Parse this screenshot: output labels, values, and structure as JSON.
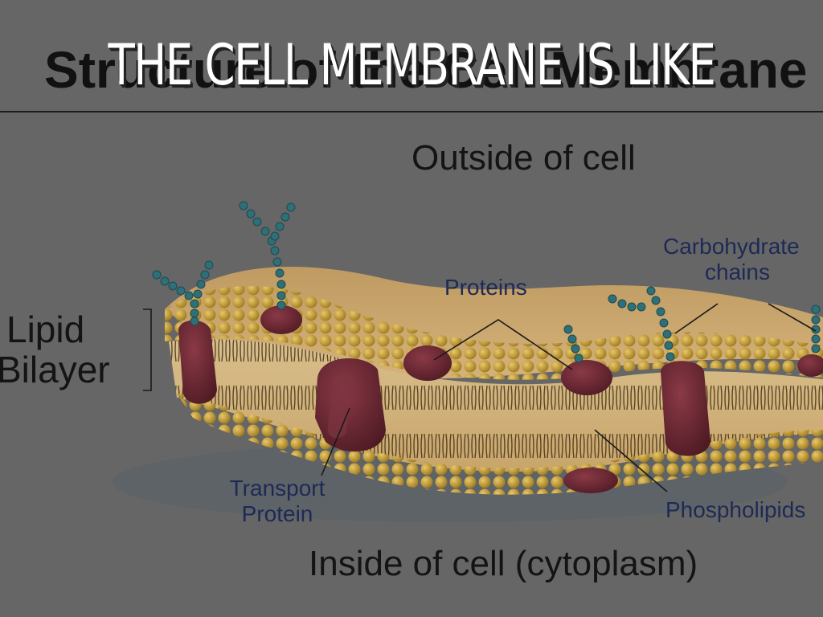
{
  "slide": {
    "overlay_title": "THE CELL MEMBRANE IS LIKE",
    "underlay_title": "Structure of the Cell Membrane"
  },
  "diagram": {
    "outside_label": "Outside of cell",
    "inside_label": "Inside of cell (cytoplasm)",
    "lipid_bilayer": [
      "Lipid",
      "Bilayer"
    ],
    "proteins_label": "Proteins",
    "carbohydrate_label": [
      "Carbohydrate",
      "chains"
    ],
    "transport_label": [
      "Transport",
      "Protein"
    ],
    "phospholipids_label": "Phospholipids"
  },
  "colors": {
    "background": "#666666",
    "lipid_head": "#c9a23a",
    "membrane_core": "#d8b783",
    "protein": "#6a2a34",
    "carbohydrate": "#2f6f77",
    "label_navy": "#1d2a56"
  }
}
